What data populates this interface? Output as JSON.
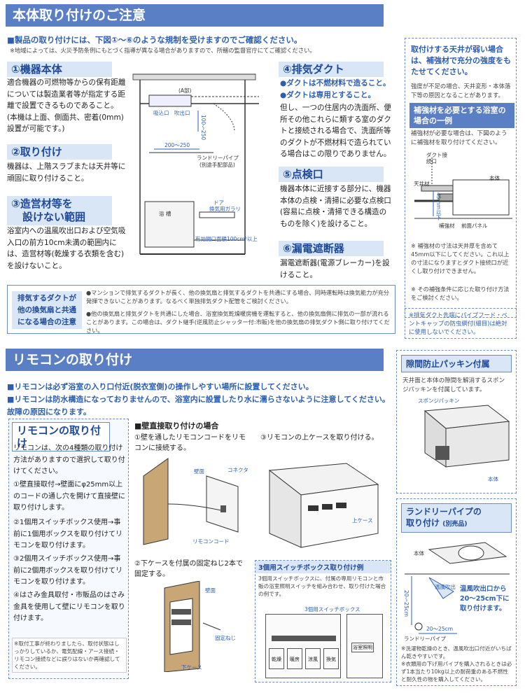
{
  "section1": {
    "title": "本体取り付けのご注意",
    "lead": "■製品の取り付けには、下図①〜⑥のような規制を受けますのでご確認ください。",
    "lead_note": "※地域によっては、火災予防条例にもとづく指導が異なる場合がありますので、所轄の監督官庁にてご確認ください。",
    "item1": {
      "title": "①機器本体",
      "text": "適合機器の可燃物等からの保有距離については製造業者等が指定する距離で設置できるものであること。(本機は上面、側面共、密着(0mm)設置が可能です。)"
    },
    "item2": {
      "title": "②取り付け",
      "text": "機器は、上階スラブまたは天井等に頑固に取り付けること。"
    },
    "item3": {
      "title1": "③造営材等を",
      "title2": "設けない範囲",
      "text": "浴室内への温風吹出口および空気吸入口の前方10cm未満の範囲内には、造営材等(乾燥する衣類を含む)を設けないこと。"
    },
    "item4": {
      "title": "④排気ダクト",
      "b1": "●ダクトは不燃材料で造ること。",
      "b2": "●ダクトは専用とすること。",
      "text": "但し、一つの住居内の洗面所、便所その他これらに類する室のダクトと接続される場合で、洗面所等のダクトが不燃材料で造られている場合はこの限りでありません。"
    },
    "item5": {
      "title": "⑤点検口",
      "text": "機器本体に近接する部分に、機器本体の点検・清掃に必要な点検口(容易に点検・清掃できる構造のものを除く)を設けること。"
    },
    "item6": {
      "title": "⑥漏電遮断器",
      "text": "漏電遮断器(電源ブレーカー)を設けること。"
    },
    "diagram": {
      "a_label": "(A部)",
      "intake": "吸込口",
      "outlet": "吹出口",
      "dim_200_250": "200〜250",
      "dim_100": "100〜250",
      "laundry": "ランドリーパイプ",
      "laundry_sub": "(別途手配部品)",
      "bath": "浴 槽",
      "door1": "ドア",
      "door2": "換気用ガラリ",
      "vent_area": "有効開口面積100cm²以上"
    },
    "duct_note": {
      "title": "排気するダクトが他の換気扇と共通になる場合の注意",
      "p1": "●マンションで排気するダクトが長く、他の換気扇と排気するダクトを共通にする場合、同時運転時は換気能力が充分発揮できないことがあります。なるべく単独排気ダクト配管をご検討ください。",
      "p2": "●他の換気扇と排気ダクトを共通にした場合、浴室換気乾燥暖房機を運転すると、他の換気扇側に排気の一部が流れることがあります。この場合は、ダクト継手(逆風防止シャッター付:市販)を他の換気扇の排気ダクト側に取り付けてください。"
    }
  },
  "sidebar1": {
    "warn": "取付けする天井が弱い場合は、補強材で充分の強度をもたせてください。",
    "warn_sub": "強度が不足の場合、天井変形・本体落下等の原因となることがあります。",
    "reinforce_title": "補強材を必要とする浴室の場合の一例",
    "reinforce_text": "補強材が必要な場合は、下図のように補強材を取り付けてください。",
    "fig": {
      "duct": "ダクト接続口",
      "joist": "天井材",
      "body": "本体",
      "dim": "45mm以下",
      "reinforce": "補強材",
      "front": "前面パネル"
    },
    "note1": "※ 補強材の寸法は天井厚を含めて45mm以下にしてください。これ以上の寸法になりますとダクト接続口が近くし取り付けできません。",
    "note2": "※ その補強条件に応じた取り付け方法をご検討ください。",
    "note3": "※排気ダクト先端にパイプフード・ベントキャップの防虫網付(細目)は絶対に使用しないでください。"
  },
  "section2": {
    "title": "リモコンの取り付け",
    "b1": "■リモコンは必ず浴室の入り口付近(脱衣室側)の操作しやすい場所に設置してください。",
    "b2": "■リモコンは防水構造になっておりませんので、浴室内に設置したり水に濡らさないように注意してください。故障の原因になります。",
    "sub_title": "リモコンの取り付け",
    "intro": "リモコンは、次の4種類の取り付け方法がありますので選択して取り付けてください。",
    "m1": "①壁直接取付→壁面にφ25mm以上のコードの通し穴を開けて直接壁に取り付けします。",
    "m2": "②1個用スイッチボックス使用→事前に1個用ボックスを取り付けてリモコンを取り付けます。",
    "m3": "③2個用スイッチボックス使用→事前に2個用ボックスを取り付けてリモコンを取り付けます。",
    "m4": "④はさみ金具取付・市販品のはさみ金具を使用して壁にリモコンを取り付けます。",
    "foot": "※取付工事が終わりましたら、取付状態はしっかりしているか、電気配線・アース接続・リモコン接続などに誤りはないか再確認してください。",
    "wall_title": "■壁直接取り付けの場合",
    "step1": "①壁を通したリモコンコードをリモコンに接続する。",
    "step2": "②下ケースを付属の固定ねじ2本で固定する。",
    "step3": "③リモコンの上ケースを取り付ける。",
    "lbl_wall": "壁面",
    "lbl_conn": "コネクタ",
    "lbl_cord": "リモコンコード",
    "lbl_upper": "上ケース",
    "lbl_wall2": "壁面",
    "lbl_screw": "固定ねじ",
    "lbl_lower": "下ケース",
    "box3_title": "3個用スイッチボックス取り付け例",
    "box3_text": "3個用スイッチボックスに、付属の専用リモコンと市販の浴室照明スイッチを組み合わせ、取り付けた場合の例です。",
    "box3_lbl": "3個用スイッチボックス",
    "remote_btns": [
      "乾燥",
      "暖房",
      "涼風",
      "換気"
    ],
    "switch_lbl": "浴室照明"
  },
  "sidebar2": {
    "packing_title": "隙間防止パッキン付属",
    "packing_text": "天井面と本体の隙間を解消するスポンジパッキンを付属しています。",
    "sponge": "スポンジパッキン",
    "body": "本体",
    "laundry_title1": "ランドリーパイプの",
    "laundry_title2": "取り付け",
    "laundry_sub": "(別売品)",
    "lbl_body": "本体",
    "lbl_hot": "温風吹出",
    "lbl_pipe": "ランドリーパイプ",
    "dim_v": "20〜25cm",
    "dim_h": "20〜25cm",
    "instr": "温風吹出口から20〜25cm下に取り付けます。",
    "note1": "※洗濯物乾燥のとき、温風吹出口付近がいちばん乾きやすいです。",
    "note2": "※衣類用の下げ用パイプを購入されるときは必ず1本当たり10kg以上の耐荷重のある不燃性と耐久性の物を購入してください。"
  }
}
